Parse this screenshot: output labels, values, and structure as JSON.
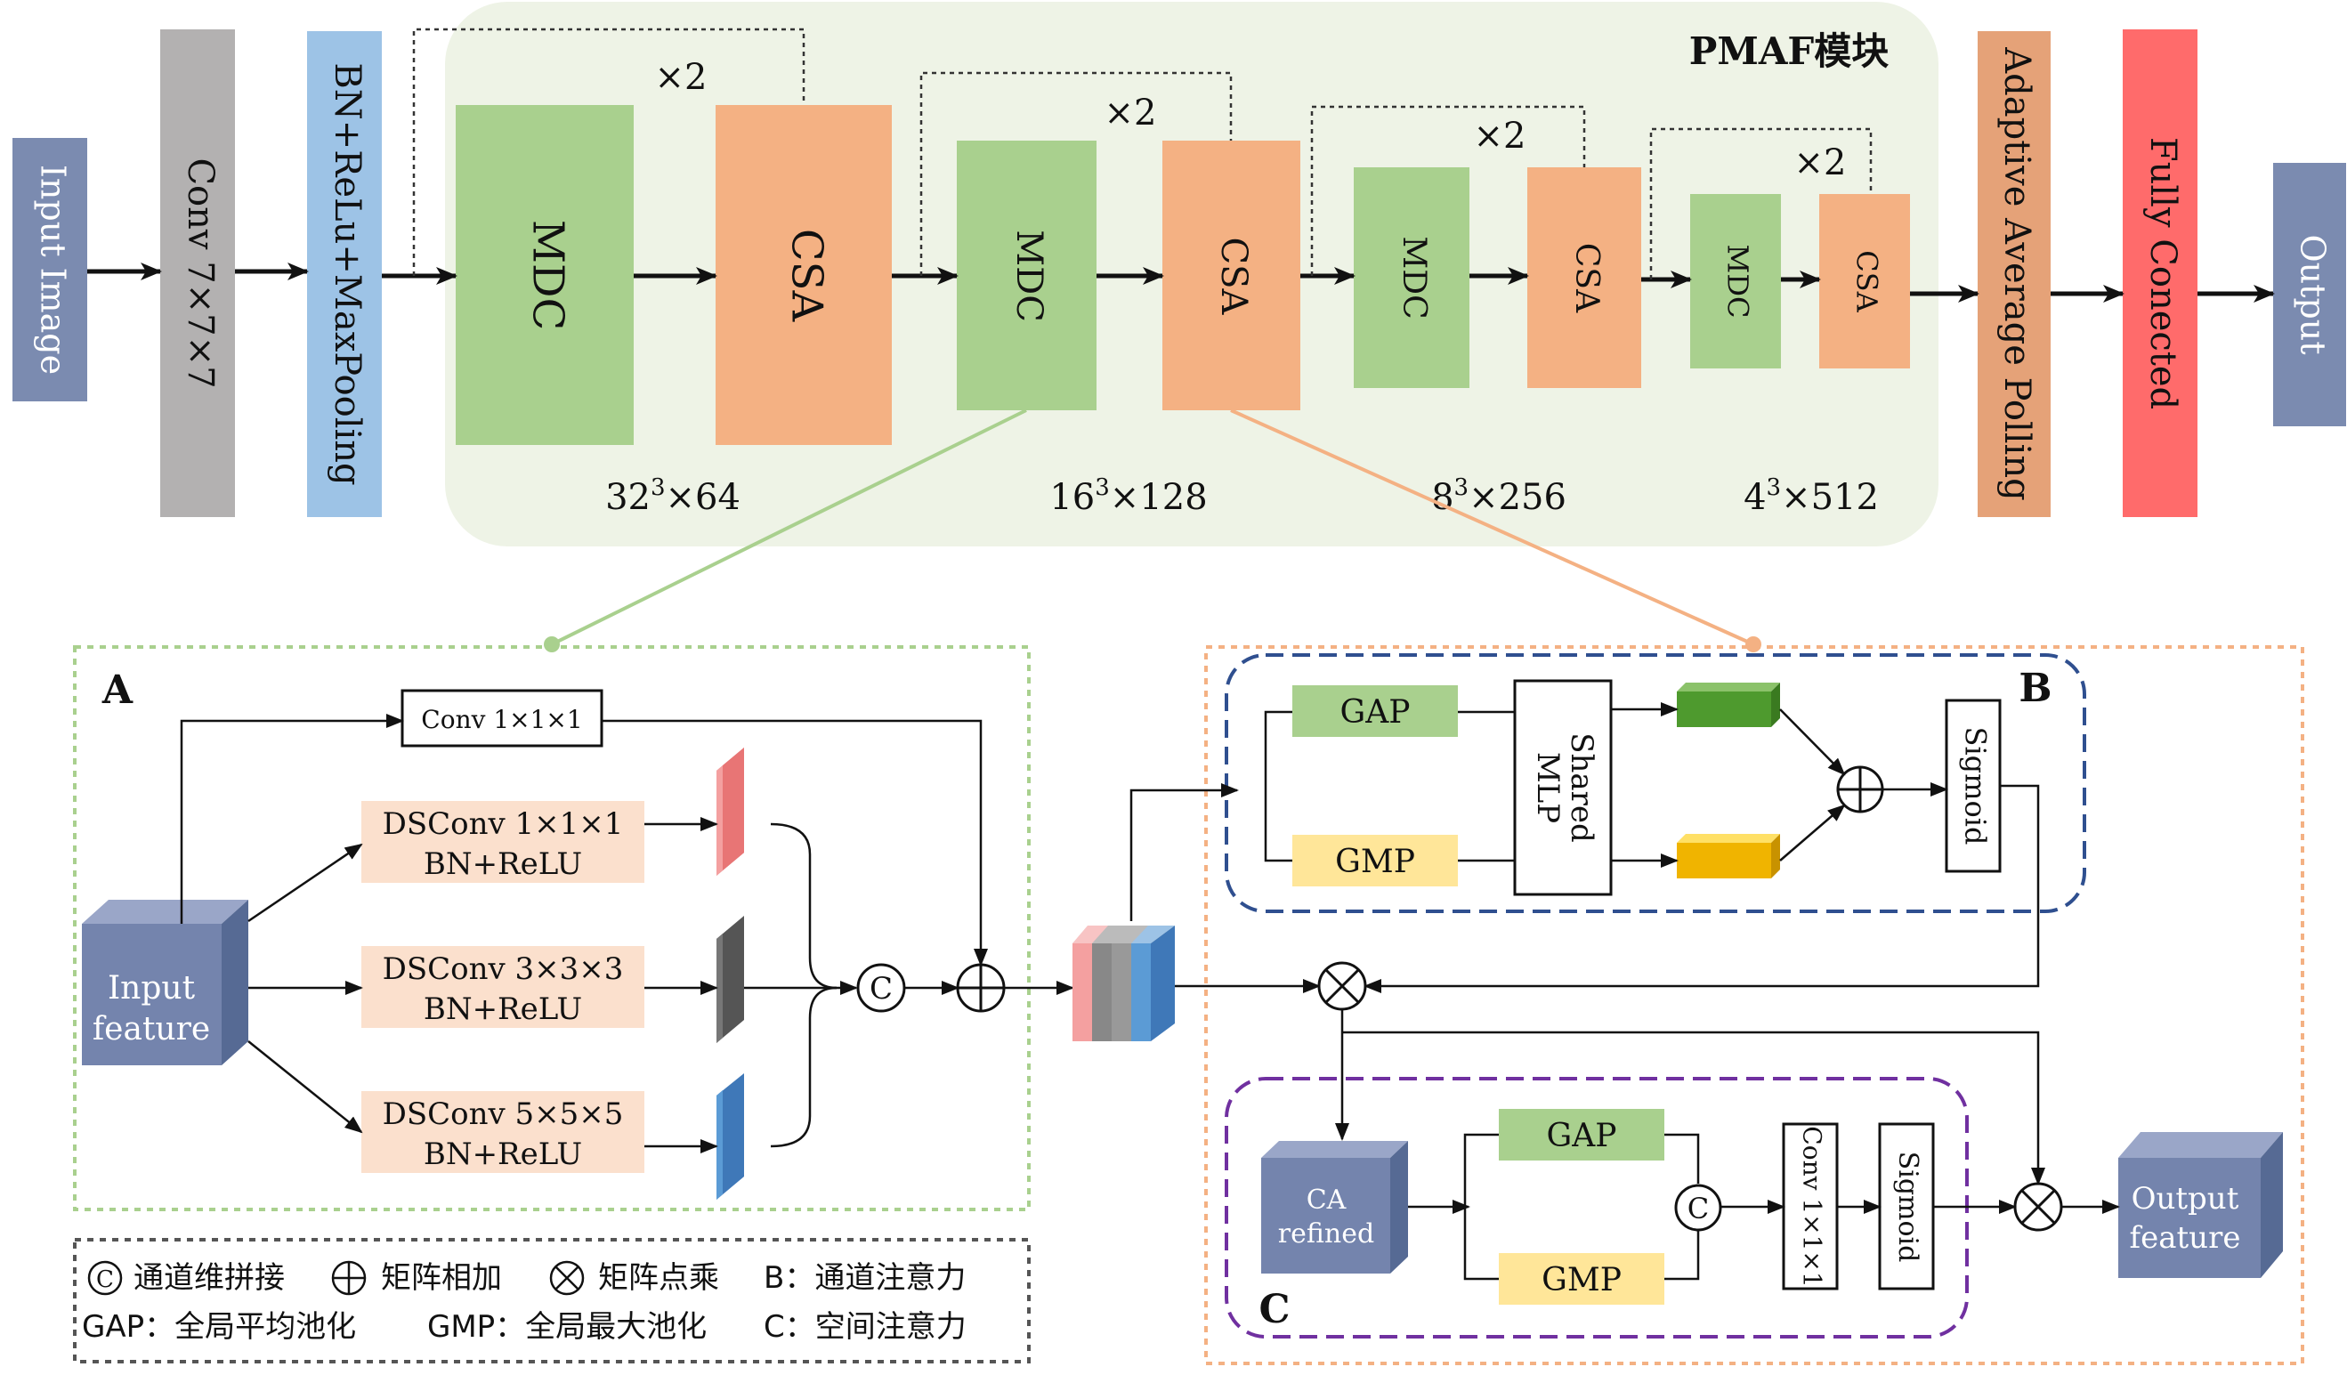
{
  "top": {
    "input_image": "Input Image",
    "conv": "Conv 7×7×7",
    "bn_relu_pool": "BN+ReLu+MaxPooling",
    "pmaf_title": "PMAF模块",
    "mdc": "MDC",
    "csa": "CSA",
    "repeat": "×2",
    "stage1_base": "32",
    "stage1_rest": "×64",
    "stage2_base": "16",
    "stage2_rest": "×128",
    "stage3_base": "8",
    "stage3_rest": "×256",
    "stage4_base": "4",
    "stage4_rest": "×512",
    "cube_exp": "3",
    "adaptive_pool": "Adaptive Average Polling",
    "fully_connected": "Fully Conected",
    "output": "Output"
  },
  "panel_a": {
    "label": "A",
    "conv1": "Conv 1×1×1",
    "ds1_l1": "DSConv 1×1×1",
    "ds1_l2": "BN+ReLU",
    "ds3_l1": "DSConv 3×3×3",
    "ds3_l2": "BN+ReLU",
    "ds5_l1": "DSConv 5×5×5",
    "ds5_l2": "BN+ReLU",
    "input_l1": "Input",
    "input_l2": "feature",
    "concat_sym": "C"
  },
  "panel_b": {
    "label": "B",
    "gap": "GAP",
    "gmp": "GMP",
    "mlp_l1": "Shared",
    "mlp_l2": "MLP",
    "sigmoid": "Sigmoid"
  },
  "panel_c": {
    "label": "C",
    "ca_l1": "CA",
    "ca_l2": "refined",
    "gap": "GAP",
    "gmp": "GMP",
    "concat_sym": "C",
    "conv": "Conv 1×1×1",
    "sigmoid": "Sigmoid",
    "out_l1": "Output",
    "out_l2": "feature"
  },
  "legend": {
    "concat": "通道维拼接",
    "add": "矩阵相加",
    "mult": "矩阵点乘",
    "b_def": "B：通道注意力",
    "gap_def": "GAP：全局平均池化",
    "gmp_def": "GMP：全局最大池化",
    "c_def": "C：空间注意力"
  },
  "colors": {
    "pmaf_bg": "#eef3e6",
    "mdc": "#a9d08e",
    "csa": "#f4b183",
    "input_block": "#7b8bb0",
    "conv_block": "#b3b1b1",
    "bn_block": "#9dc3e6",
    "pool_block": "#e5a278",
    "fc_block": "#ff6b6b",
    "peach": "#fbe0cd",
    "gap_green": "#a9d08e",
    "gmp_yellow": "#ffe699",
    "frame_green": "#a9d08e",
    "frame_orange": "#f4b183",
    "frame_b": "#2f4f8f",
    "frame_c": "#7030a0"
  }
}
